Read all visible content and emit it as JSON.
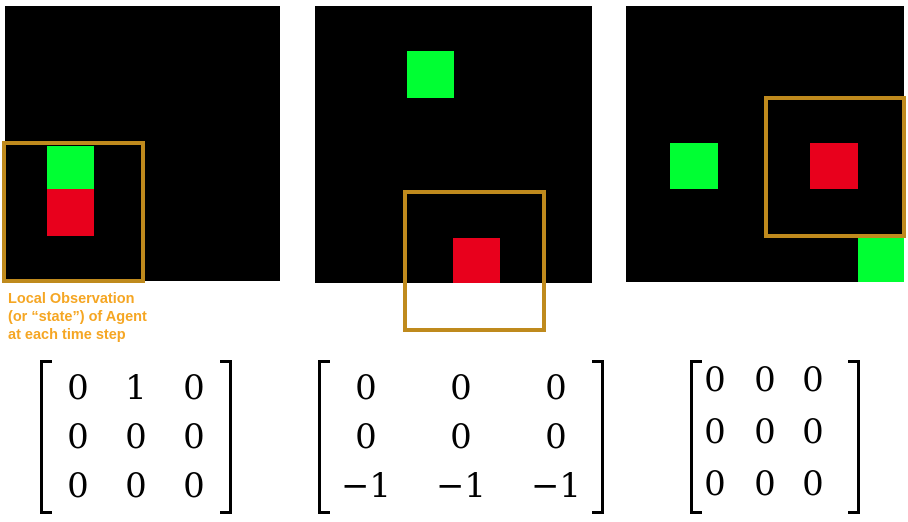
{
  "colors": {
    "panel": "#000000",
    "goal": "#00ff33",
    "agent": "#e8001c",
    "box": "#bf8a1d",
    "caption": "#f5a623"
  },
  "caption": {
    "line1": "Local Observation",
    "line2": "(or “state”) of Agent",
    "line3": "at each time step"
  },
  "matrices": [
    {
      "rows": [
        [
          "0",
          "1",
          "0"
        ],
        [
          "0",
          "0",
          "0"
        ],
        [
          "0",
          "0",
          "0"
        ]
      ]
    },
    {
      "rows": [
        [
          "0",
          "0",
          "0"
        ],
        [
          "0",
          "0",
          "0"
        ],
        [
          "−1",
          "−1",
          "−1"
        ]
      ]
    },
    {
      "rows": [
        [
          "0",
          "0",
          "0"
        ],
        [
          "0",
          "0",
          "0"
        ],
        [
          "0",
          "0",
          "0"
        ]
      ]
    }
  ]
}
